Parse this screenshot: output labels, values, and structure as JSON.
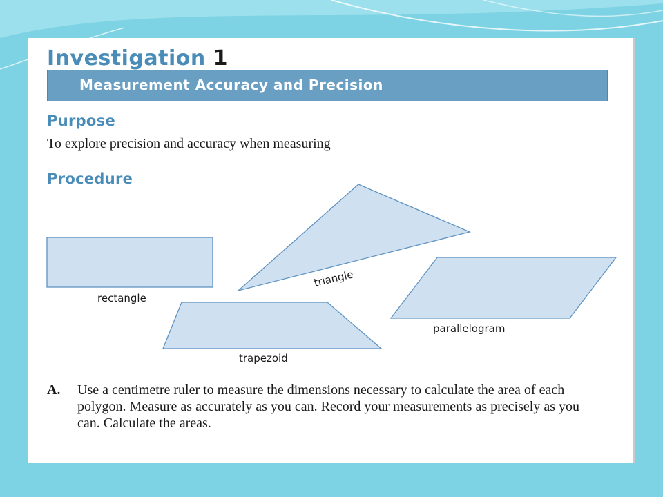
{
  "colors": {
    "background": "#7dd3e3",
    "heading": "#4a8cb8",
    "banner": "#6a9fc4",
    "shape_fill": "#cfe0f0",
    "shape_stroke": "#5f93c2"
  },
  "investigation": {
    "label": "Investigation",
    "number": "1",
    "banner_title": "Measurement Accuracy and Precision"
  },
  "purpose": {
    "heading": "Purpose",
    "text": "To explore precision and accuracy when measuring"
  },
  "procedure": {
    "heading": "Procedure",
    "shapes": {
      "rectangle": "rectangle",
      "triangle": "triangle",
      "parallelogram": "parallelogram",
      "trapezoid": "trapezoid"
    },
    "steps": [
      {
        "letter": "A.",
        "text": "Use a centimetre ruler to measure the dimensions necessary to calculate the area of each polygon. Measure as accurately as you can. Record your measurements as precisely as you can. Calculate the areas."
      }
    ]
  }
}
